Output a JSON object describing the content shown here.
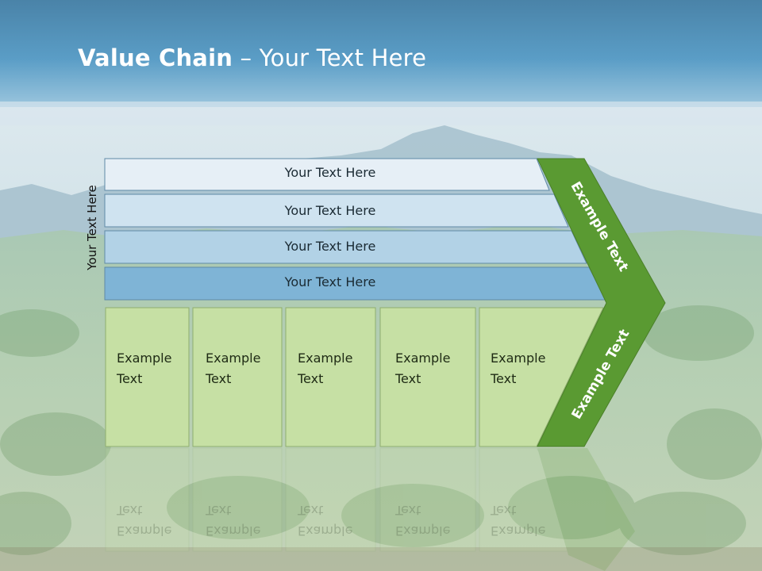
{
  "slide": {
    "title_bold": "Value Chain",
    "title_rest": " – Your Text Here",
    "side_label": "Your Text Here"
  },
  "bars": [
    {
      "label": "Your Text Here",
      "color": "#e6eff6"
    },
    {
      "label": "Your Text Here",
      "color": "#cfe3f0"
    },
    {
      "label": "Your Text Here",
      "color": "#b2d2e6"
    },
    {
      "label": "Your Text Here",
      "color": "#7fb4d6"
    }
  ],
  "cells": [
    {
      "line1": "Example",
      "line2": "Text"
    },
    {
      "line1": "Example",
      "line2": "Text"
    },
    {
      "line1": "Example",
      "line2": "Text"
    },
    {
      "line1": "Example",
      "line2": "Text"
    },
    {
      "line1": "Example",
      "line2": "Text"
    }
  ],
  "arrow": {
    "upper_label": "Example Text",
    "lower_label": "Example Text",
    "color": "#5a9a32"
  },
  "colors": {
    "cell_fill": "#c6e0a4",
    "cell_border": "#8fae6e",
    "bar_border": "#5f8aa6",
    "sky": "#4e8fb8"
  }
}
